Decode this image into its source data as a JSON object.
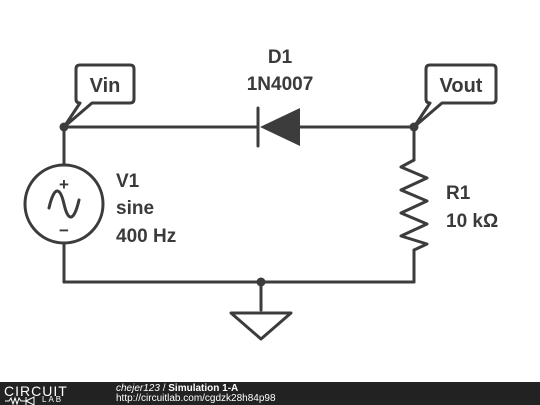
{
  "labels": {
    "vin": "Vin",
    "vout": "Vout",
    "diode_name": "D1",
    "diode_part": "1N4007",
    "source_name": "V1",
    "source_type": "sine",
    "source_freq": "400 Hz",
    "resistor_name": "R1",
    "resistor_value": "10 kΩ",
    "plus_sign": "+",
    "minus_sign": "−"
  },
  "footer": {
    "logo_top": "CIRCUIT",
    "logo_bottom": "LAB",
    "author": "chejer123",
    "separator": "/",
    "title": "Simulation 1-A",
    "url": "http://circuitlab.com/cgdzk28h84p98"
  },
  "colors": {
    "ink": "#3c3c3c",
    "footer_bg": "#222222"
  },
  "icons": {
    "source": "ac-voltage-source-icon",
    "ground": "ground-icon",
    "diode": "diode-icon",
    "resistor": "resistor-icon"
  }
}
